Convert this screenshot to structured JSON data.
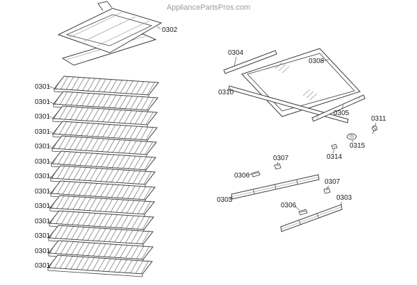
{
  "watermark": "AppliancePartsPros.com",
  "colors": {
    "line": "#3a3a3a",
    "label_text": "#1a1a1a",
    "watermark_text": "#9a9a9a",
    "background": "#ffffff"
  },
  "part_numbers": {
    "n0301": "0301",
    "n0302": "0302",
    "n0303": "0303",
    "n0304": "0304",
    "n0305": "0305",
    "n0306": "0306",
    "n0307": "0307",
    "n0308": "0308",
    "n0310": "0310",
    "n0311": "0311",
    "n0314": "0314",
    "n0315": "0315"
  },
  "label_instances": {
    "n0301": 13,
    "n0302": 1,
    "n0303": 2,
    "n0304": 1,
    "n0305": 1,
    "n0306": 2,
    "n0307": 2,
    "n0308": 1,
    "n0310": 1,
    "n0311": 1,
    "n0314": 1,
    "n0315": 1
  }
}
